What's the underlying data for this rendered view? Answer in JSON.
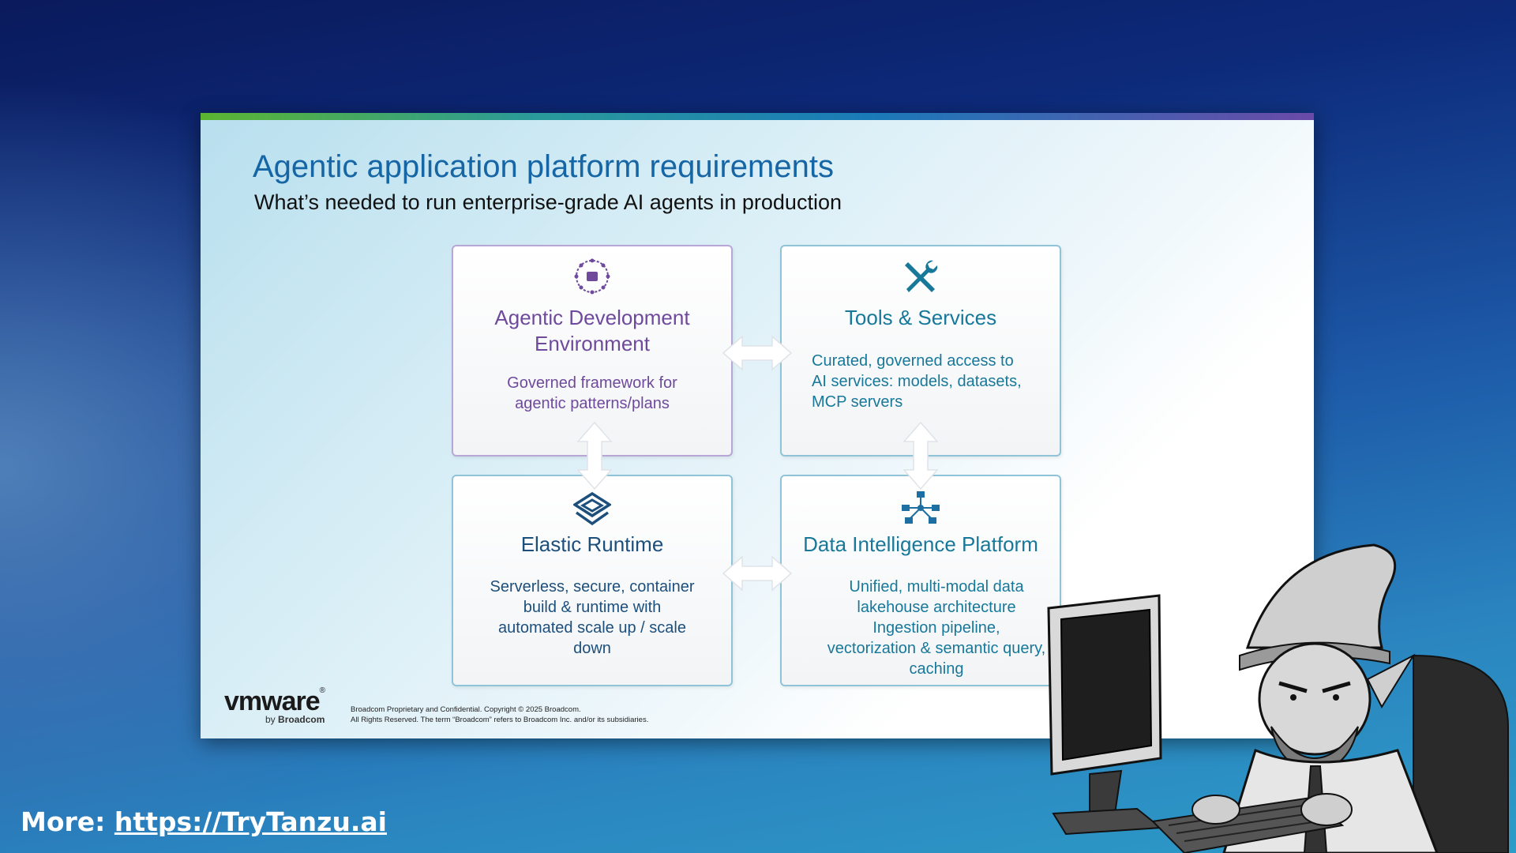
{
  "slide": {
    "title": "Agentic application platform requirements",
    "subtitle": "What’s needed to run enterprise-grade AI agents in production",
    "boxes": [
      {
        "id": "ade",
        "title_line1": "Agentic Development",
        "title_line2": "Environment",
        "desc_line1": "Governed framework for",
        "desc_line2": "agentic patterns/plans",
        "icon": "agent-network-icon",
        "color": "#6f4a9c"
      },
      {
        "id": "tools",
        "title": "Tools & Services",
        "desc_line1": "Curated, governed access to",
        "desc_line2": "AI services: models, datasets,",
        "desc_line3": "MCP servers",
        "icon": "tools-icon",
        "color": "#17789a"
      },
      {
        "id": "runtime",
        "title": "Elastic Runtime",
        "desc_line1": "Serverless, secure, container",
        "desc_line2": "build & runtime with",
        "desc_line3": "automated scale up / scale",
        "desc_line4": "down",
        "icon": "layers-icon",
        "color": "#1d4f7c"
      },
      {
        "id": "data",
        "title": "Data Intelligence Platform",
        "desc_line1": "Unified, multi-modal data",
        "desc_line2": "lakehouse architecture",
        "desc_line3": "Ingestion pipeline,",
        "desc_line4": "vectorization & semantic query,",
        "desc_line5": "caching",
        "icon": "network-topology-icon",
        "color": "#17789a"
      }
    ],
    "logo": {
      "brand": "vmware",
      "by": "by",
      "company": "Broadcom"
    },
    "legal_line1": "Broadcom Proprietary and Confidential. Copyright © 2025 Broadcom.",
    "legal_line2": "All Rights Reserved. The term “Broadcom” refers to Broadcom Inc. and/or its subsidiaries."
  },
  "footer": {
    "more_label": "More:",
    "more_link": "https://TryTanzu.ai"
  }
}
